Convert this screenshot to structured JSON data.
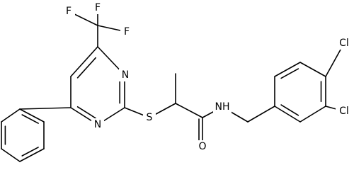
{
  "structure": {
    "type": "chemical-structure",
    "atom_labels": {
      "F1": "F",
      "F2": "F",
      "F3": "F",
      "N1": "N",
      "N2": "N",
      "S": "S",
      "O": "O",
      "NH": "NH",
      "Cl1": "Cl",
      "Cl2": "Cl"
    }
  }
}
